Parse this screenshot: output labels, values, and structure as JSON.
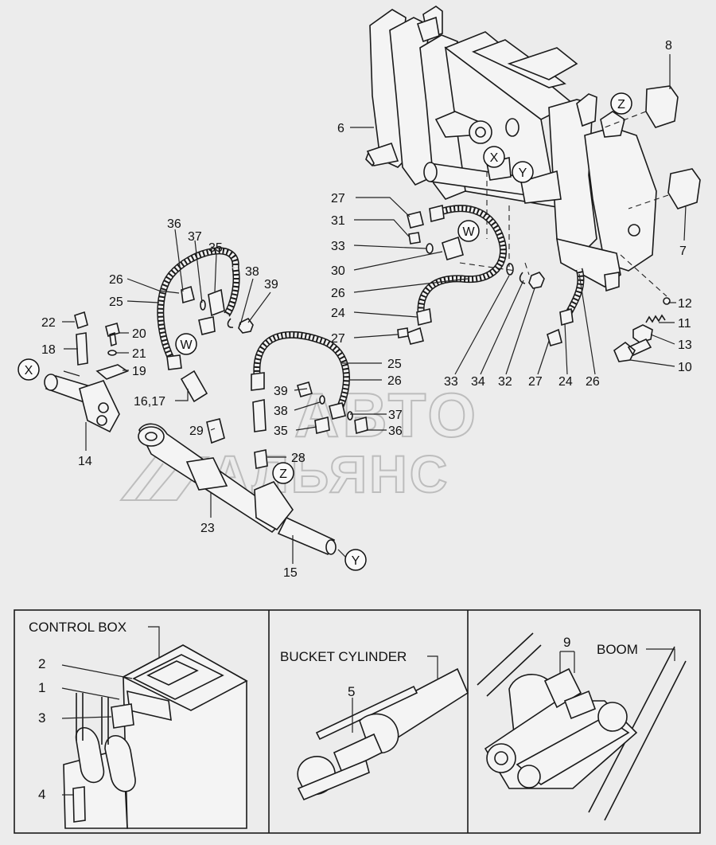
{
  "watermark": {
    "line1": "АВТО",
    "line2": "АЛЬЯНС"
  },
  "callouts": {
    "c1": "1",
    "c2": "2",
    "c3": "3",
    "c4": "4",
    "c5": "5",
    "c6": "6",
    "c7": "7",
    "c8": "8",
    "c9": "9",
    "c10": "10",
    "c11": "11",
    "c12": "12",
    "c13": "13",
    "c14": "14",
    "c15": "15",
    "c16_17": "16,17",
    "c18": "18",
    "c19": "19",
    "c20": "20",
    "c21": "21",
    "c22": "22",
    "c23": "23",
    "c24a": "24",
    "c24b": "24",
    "c25a": "25",
    "c25b": "25",
    "c26a": "26",
    "c26b": "26",
    "c26c": "26",
    "c26d": "26",
    "c27a": "27",
    "c27b": "27",
    "c27c": "27",
    "c28": "28",
    "c29": "29",
    "c30": "30",
    "c31": "31",
    "c32": "32",
    "c33a": "33",
    "c33b": "33",
    "c34": "34",
    "c35a": "35",
    "c35b": "35",
    "c36a": "36",
    "c36b": "36",
    "c37a": "37",
    "c37b": "37",
    "c38a": "38",
    "c38b": "38",
    "c39a": "39",
    "c39b": "39"
  },
  "refs": {
    "X1": "X",
    "X2": "X",
    "Y1": "Y",
    "Y2": "Y",
    "Z1": "Z",
    "Z2": "Z",
    "W1": "W",
    "W2": "W"
  },
  "insets": {
    "control_box": "CONTROL BOX",
    "bucket_cylinder": "BUCKET CYLINDER",
    "boom": "BOOM"
  }
}
